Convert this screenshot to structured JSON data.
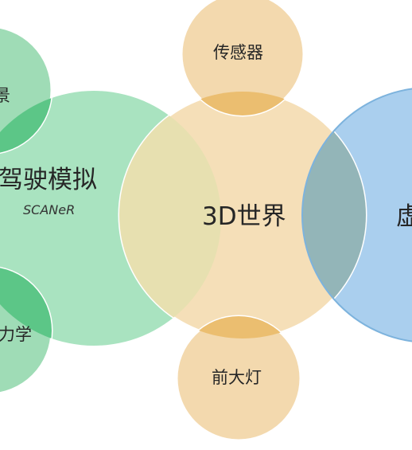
{
  "nodes": {
    "sensor": {
      "label": "传感器",
      "color": "#f3d9ae"
    },
    "headlight": {
      "label": "前大灯",
      "color": "#f3d9ae"
    },
    "world": {
      "label": "3D世界",
      "color": "#f5dfb8"
    },
    "driving_sim": {
      "label": "驾驶模拟",
      "sublabel": "SCANeR",
      "color": "#a9e3c0"
    },
    "scene_partial": {
      "label": "景",
      "color": "#9fdcb6"
    },
    "dynamics_partial": {
      "label": "力学",
      "color": "#9fdcb6"
    },
    "virtual_partial": {
      "label": "虚",
      "color": "#aacfee"
    }
  },
  "colors": {
    "green_overlap": "#5cc687",
    "orange_overlap": "#ebbe70",
    "blue_world_overlap": "#93b5b8",
    "tan_green_overlap": "#e7e0b0",
    "blue_ring": "#7db3dd"
  }
}
